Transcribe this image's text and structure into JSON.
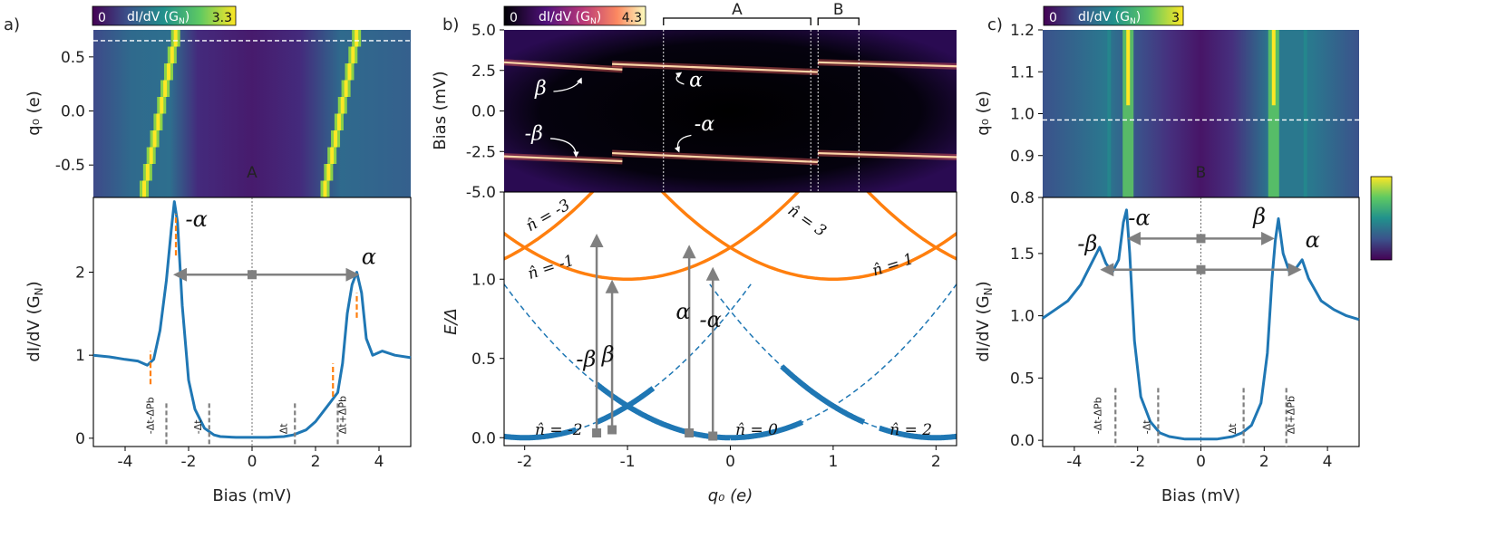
{
  "panels": {
    "a": "a)",
    "b": "b)",
    "c": "c)"
  },
  "colorbars": {
    "a": {
      "min": "0",
      "label": "dI/dV (G",
      "sub": "N",
      "close": ")",
      "max": "3.3"
    },
    "b": {
      "min": "0",
      "label": "dI/dV (G",
      "sub": "N",
      "close": ")",
      "max": "4.3"
    },
    "c": {
      "min": "0",
      "label": "dI/dV (G",
      "sub": "N",
      "close": ")",
      "max": "3"
    }
  },
  "labels": {
    "A": "A",
    "B": "B",
    "alpha": "α",
    "malpha": "-α",
    "beta": "β",
    "mbeta": "-β",
    "n_m3": "n̂ = -3",
    "n_m1": "n̂ = -1",
    "n_1": "n̂ = 1",
    "n_3": "n̂ = 3",
    "n_m2": "n̂ = -2",
    "n_0": "n̂ = 0",
    "n_2": "n̂ = 2",
    "d_mtmpb": "-Δt-ΔPb",
    "d_mt": "-Δt",
    "d_t": "Δt",
    "d_tpb": "Δt+ΔPb"
  },
  "axes": {
    "a_top_ylabel": "q₀ (e)",
    "a_bot_ylabel": "dI/dV (G",
    "a_xlabel": "Bias (mV)",
    "b_top_ylabel": "Bias (mV)",
    "b_bot_ylabel": "E/Δ",
    "b_xlabel": "q₀ (e)",
    "c_top_ylabel": "q₀ (e)",
    "c_bot_ylabel": "dI/dV (G",
    "c_xlabel": "Bias (mV)",
    "N": "N",
    "close": ")"
  },
  "chart_data": [
    {
      "type": "heatmap",
      "panel": "a-top",
      "xlabel": "",
      "ylabel": "q0 (e)",
      "xlim": [
        -5,
        5
      ],
      "ylim": [
        -0.8,
        0.75
      ],
      "y_ticks": [
        0.5,
        0.0,
        -0.5
      ],
      "colorbar": [
        0,
        3.3
      ],
      "ridges": [
        {
          "name": "left",
          "points": [
            [
              -3.4,
              -0.8
            ],
            [
              -2.3,
              0.75
            ]
          ]
        },
        {
          "name": "right",
          "points": [
            [
              2.3,
              -0.8
            ],
            [
              3.4,
              0.75
            ]
          ]
        }
      ],
      "cut_line_q0": 0.65,
      "annotation": "A"
    },
    {
      "type": "line",
      "panel": "a-bottom",
      "xlabel": "Bias (mV)",
      "ylabel": "dI/dV (GN)",
      "xlim": [
        -5,
        5
      ],
      "ylim": [
        -0.1,
        2.9
      ],
      "x_ticks": [
        -4,
        -2,
        0,
        2,
        4
      ],
      "y_ticks": [
        0,
        1,
        2
      ],
      "x": [
        -5,
        -4.5,
        -4,
        -3.6,
        -3.3,
        -3.1,
        -2.9,
        -2.7,
        -2.55,
        -2.45,
        -2.35,
        -2.2,
        -2.0,
        -1.8,
        -1.5,
        -1.2,
        -1.0,
        -0.5,
        0,
        0.5,
        1.0,
        1.3,
        1.7,
        2.0,
        2.3,
        2.5,
        2.7,
        2.85,
        3.0,
        3.15,
        3.3,
        3.45,
        3.6,
        3.8,
        4.1,
        4.5,
        5.0
      ],
      "y": [
        1.0,
        0.98,
        0.95,
        0.93,
        0.88,
        0.95,
        1.3,
        1.9,
        2.5,
        2.85,
        2.6,
        1.6,
        0.7,
        0.35,
        0.12,
        0.04,
        0.02,
        0.01,
        0.01,
        0.01,
        0.02,
        0.04,
        0.1,
        0.2,
        0.35,
        0.45,
        0.55,
        0.9,
        1.5,
        1.85,
        2.0,
        1.75,
        1.2,
        1.0,
        1.05,
        1.0,
        0.97
      ]
    },
    {
      "type": "heatmap",
      "panel": "b-top",
      "xlabel": "",
      "ylabel": "Bias (mV)",
      "xlim": [
        -2.2,
        2.2
      ],
      "ylim": [
        -5.0,
        5.0
      ],
      "y_ticks": [
        5.0,
        2.5,
        0.0,
        -2.5,
        -5.0
      ],
      "colorbar": [
        0,
        4.3
      ],
      "regions": [
        {
          "name": "A",
          "q0": [
            -0.65,
            0.8
          ]
        },
        {
          "name": "B",
          "q0": [
            0.8,
            1.25
          ]
        }
      ]
    },
    {
      "type": "line",
      "panel": "b-bottom",
      "xlabel": "q0 (e)",
      "ylabel": "E/Δ",
      "xlim": [
        -2.2,
        2.2
      ],
      "ylim": [
        -0.05,
        1.55
      ],
      "x_ticks": [
        -2,
        -1,
        0,
        1,
        2
      ],
      "y_ticks": [
        0.0,
        0.5,
        1.0
      ],
      "series": [
        {
          "name": "n̂ = -2",
          "style": "solid-blue-ground",
          "center": -2
        },
        {
          "name": "n̂ = 0",
          "style": "solid-blue-ground",
          "center": 0
        },
        {
          "name": "n̂ = 2",
          "style": "solid-blue-ground",
          "center": 2
        },
        {
          "name": "n̂ = -3",
          "style": "orange-excited",
          "center": -3
        },
        {
          "name": "n̂ = -1",
          "style": "orange-excited",
          "center": -1
        },
        {
          "name": "n̂ = 1",
          "style": "orange-excited",
          "center": 1
        },
        {
          "name": "n̂ = 3",
          "style": "orange-excited",
          "center": 3
        }
      ],
      "transitions": [
        {
          "name": "-β",
          "q0": -1.3,
          "from": 0.03,
          "to": 1.27
        },
        {
          "name": "β",
          "q0": -1.15,
          "from": 0.05,
          "to": 0.98
        },
        {
          "name": "α",
          "q0": -0.4,
          "from": 0.03,
          "to": 1.2
        },
        {
          "name": "-α",
          "q0": -0.17,
          "from": 0.01,
          "to": 1.06
        }
      ]
    },
    {
      "type": "heatmap",
      "panel": "c-top",
      "xlabel": "",
      "ylabel": "q0 (e)",
      "xlim": [
        -5,
        5
      ],
      "ylim": [
        0.8,
        1.2
      ],
      "y_ticks": [
        1.2,
        1.1,
        1.0,
        0.9,
        0.8
      ],
      "colorbar": [
        0,
        3
      ],
      "ridges": [
        {
          "name": "left",
          "points": [
            [
              -2.3,
              0.8
            ],
            [
              -2.3,
              1.2
            ]
          ]
        },
        {
          "name": "right",
          "points": [
            [
              2.3,
              0.8
            ],
            [
              2.3,
              1.2
            ]
          ]
        }
      ],
      "cut_line_q0": 0.985,
      "annotation": "B"
    },
    {
      "type": "line",
      "panel": "c-bottom",
      "xlabel": "Bias (mV)",
      "ylabel": "dI/dV (GN)",
      "xlim": [
        -5,
        5
      ],
      "ylim": [
        -0.05,
        1.95
      ],
      "x_ticks": [
        -4,
        -2,
        0,
        2,
        4
      ],
      "y_ticks": [
        0.0,
        0.5,
        1.0,
        1.5
      ],
      "x": [
        -5,
        -4.6,
        -4.2,
        -3.8,
        -3.4,
        -3.2,
        -3.0,
        -2.8,
        -2.6,
        -2.45,
        -2.35,
        -2.25,
        -2.1,
        -1.9,
        -1.6,
        -1.3,
        -1.0,
        -0.5,
        0,
        0.5,
        1.0,
        1.3,
        1.6,
        1.9,
        2.1,
        2.25,
        2.35,
        2.45,
        2.6,
        2.8,
        3.0,
        3.2,
        3.4,
        3.8,
        4.2,
        4.6,
        5.0
      ],
      "y": [
        0.98,
        1.05,
        1.12,
        1.25,
        1.45,
        1.55,
        1.42,
        1.35,
        1.45,
        1.75,
        1.85,
        1.5,
        0.8,
        0.35,
        0.15,
        0.06,
        0.03,
        0.01,
        0.01,
        0.01,
        0.03,
        0.06,
        0.12,
        0.3,
        0.7,
        1.3,
        1.6,
        1.78,
        1.5,
        1.35,
        1.38,
        1.45,
        1.3,
        1.12,
        1.05,
        1.0,
        0.97
      ]
    }
  ]
}
